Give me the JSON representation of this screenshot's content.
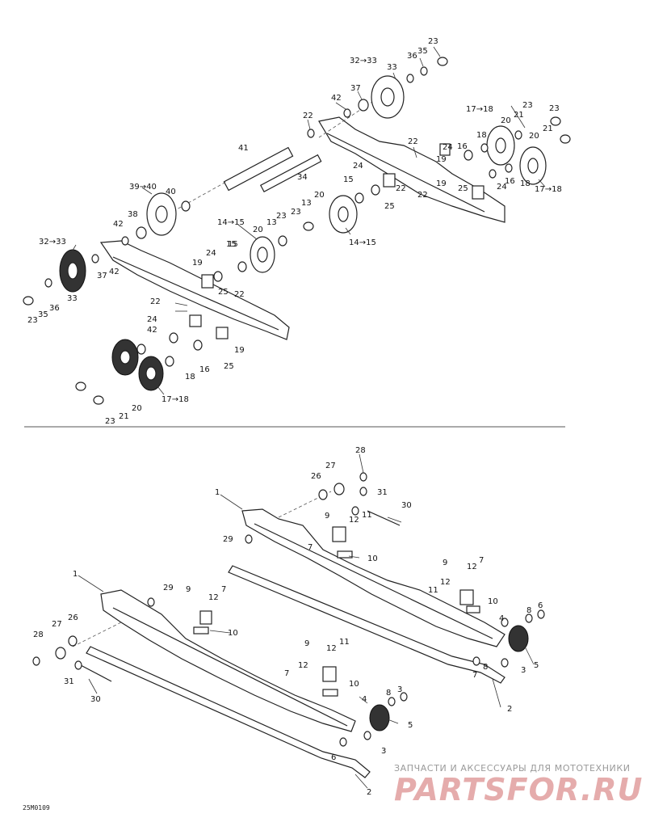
{
  "drawing_code": "25M0109",
  "watermark": {
    "line1": "ЗАПЧАСТИ И АКСЕССУАРЫ ДЛЯ МОТОТЕХНИКИ",
    "logo": "PARTSFOR.RU"
  },
  "top_labels": [
    "23",
    "35",
    "36",
    "32→33",
    "33",
    "37",
    "42",
    "22",
    "41",
    "34",
    "17→18",
    "23",
    "21",
    "20",
    "18",
    "24",
    "16",
    "19",
    "25",
    "22",
    "15",
    "24",
    "15",
    "14→15",
    "13",
    "20",
    "39→40",
    "40",
    "38",
    "42",
    "32→33",
    "37",
    "42",
    "14→15",
    "20",
    "23",
    "13",
    "23",
    "33",
    "36",
    "35",
    "23",
    "19",
    "24",
    "15",
    "22",
    "25",
    "22",
    "24",
    "42",
    "19",
    "17→18",
    "18",
    "16",
    "25",
    "23",
    "21",
    "20",
    "19",
    "24",
    "16",
    "18",
    "17→18",
    "22",
    "22",
    "25",
    "23",
    "21",
    "20"
  ],
  "bottom_labels": [
    "28",
    "27",
    "26",
    "1",
    "31",
    "30",
    "9",
    "12",
    "11",
    "29",
    "7",
    "10",
    "9",
    "12",
    "7",
    "1",
    "29",
    "9",
    "12",
    "7",
    "10",
    "11",
    "12",
    "10",
    "4",
    "8",
    "6",
    "5",
    "3",
    "7",
    "8",
    "2",
    "28",
    "27",
    "26",
    "31",
    "30",
    "9",
    "12",
    "11",
    "12",
    "10",
    "7",
    "8",
    "4",
    "5",
    "3",
    "6",
    "2"
  ]
}
